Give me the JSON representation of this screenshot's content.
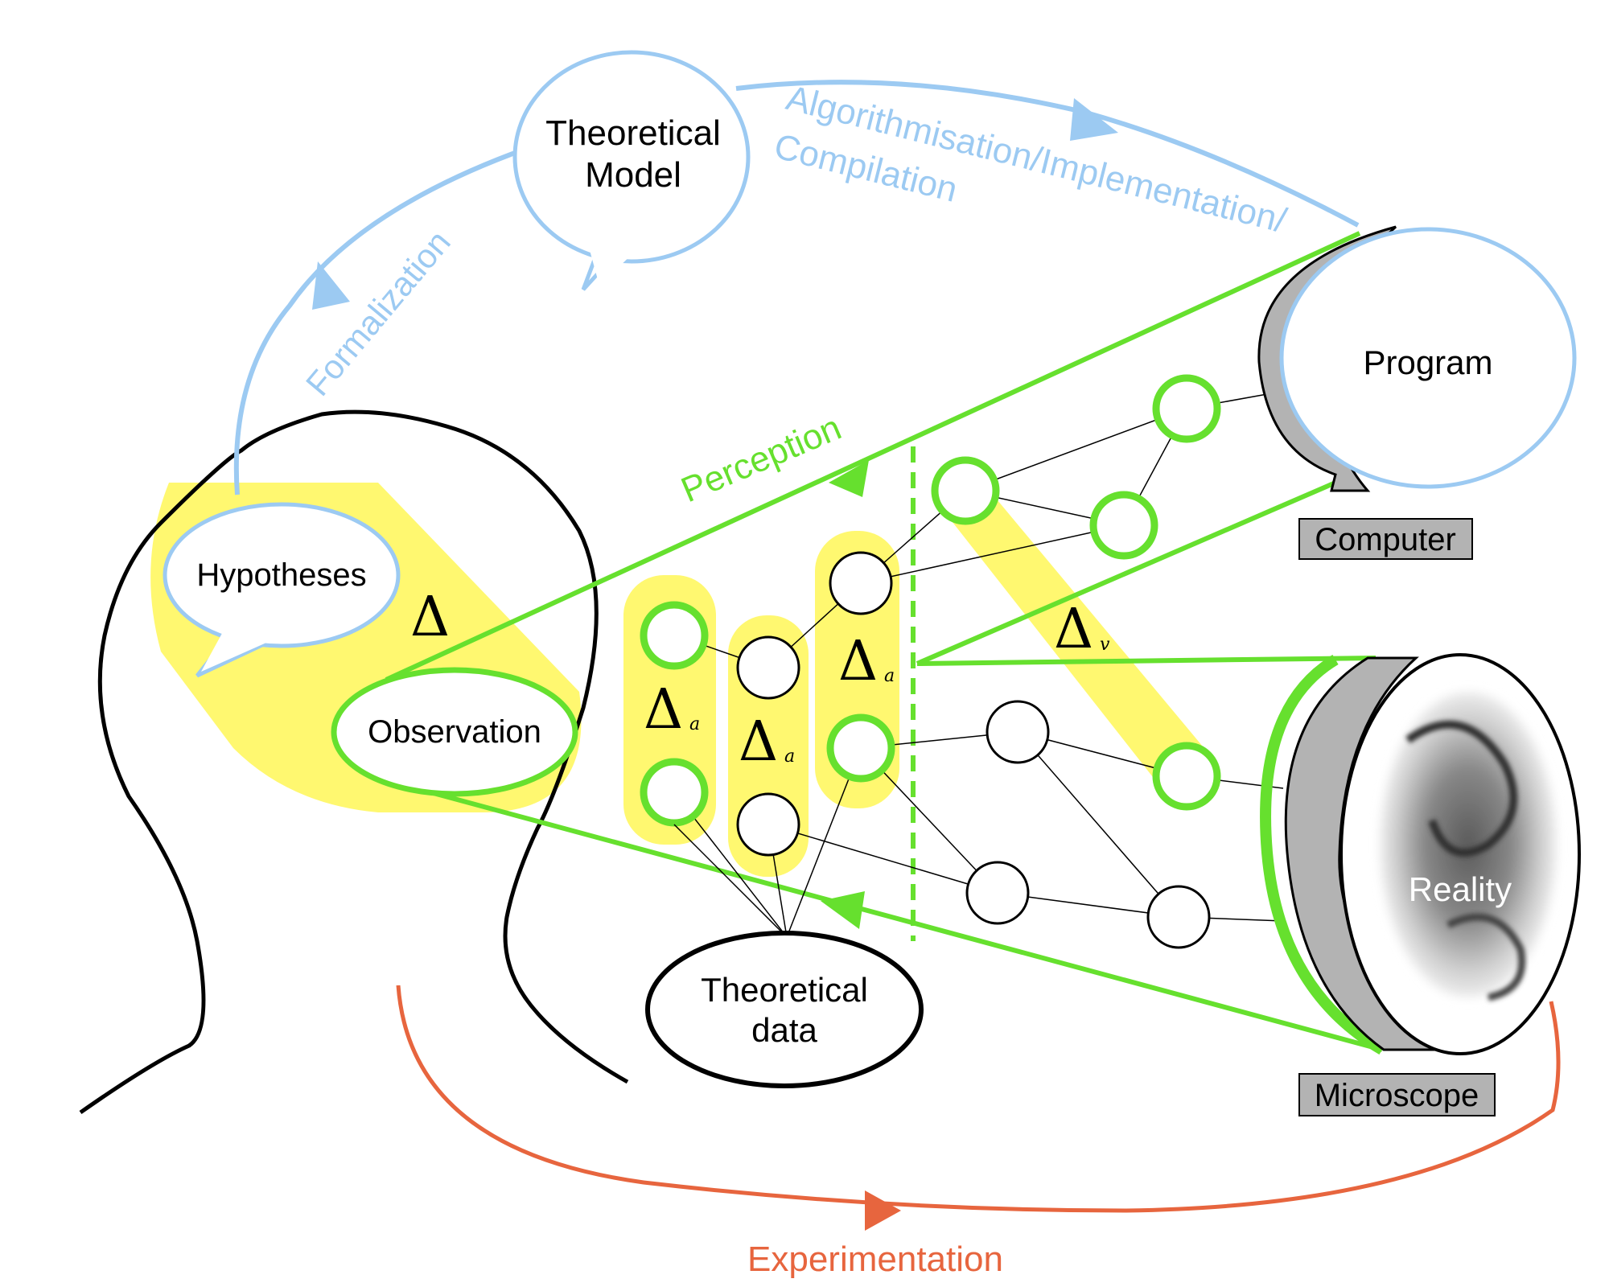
{
  "labels": {
    "theoretical_model_line1": "Theoretical",
    "theoretical_model_line2": "Model",
    "algorithmisation": "Algorithmisation/Implementation/",
    "compilation": "Compilation",
    "formalization": "Formalization",
    "program": "Program",
    "computer": "Computer",
    "perception": "Perception",
    "hypotheses": "Hypotheses",
    "observation": "Observation",
    "theoretical_data_line1": "Theoretical",
    "theoretical_data_line2": "data",
    "reality": "Reality",
    "microscope": "Microscope",
    "experimentation": "Experimentation"
  },
  "deltas": {
    "main": "Δ",
    "a": "Δ",
    "a_sub": "a",
    "v": "Δ",
    "v_sub": "v"
  },
  "colors": {
    "blue": "#9ccaf2",
    "green": "#66e02e",
    "yellow": "#fff870",
    "red": "#e7653e",
    "gray": "#b3b3b3",
    "black": "#000000"
  }
}
